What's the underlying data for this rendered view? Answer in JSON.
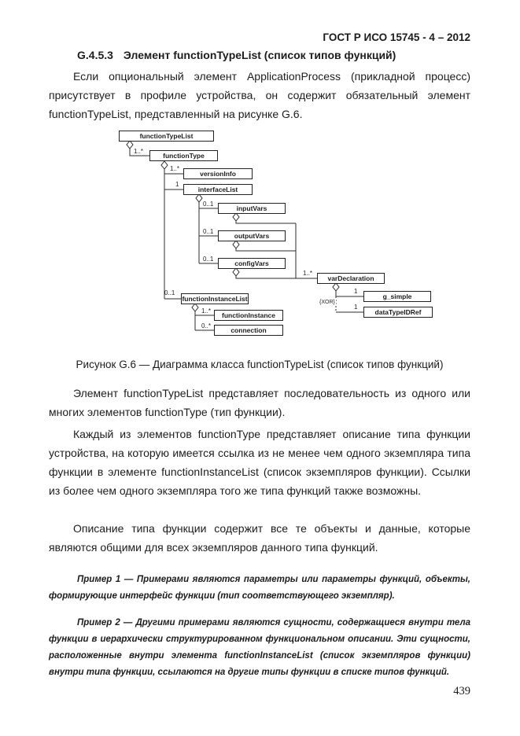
{
  "header": {
    "title": "ГОСТ Р ИСО 15745 - 4 – 2012"
  },
  "section": {
    "number": "G.4.5.3",
    "title": "Элемент functionTypeList (список типов функций)"
  },
  "paragraphs": {
    "p1": "Если опциональный элемент ApplicationProcess (прикладной процесс) присутствует в профиле устройства, он содержит обязательный элемент functionTypeList, представленный на рисунке G.6.",
    "p2": "Элемент functionTypeList представляет последовательность из одного или многих элементов functionType (тип функции).",
    "p3": "Каждый из элементов functionType представляет описание типа функции устройства, на которую имеется ссылка из не менее чем одного экземпляра типа функции в элементе functionInstanceList (список экземпляров функции). Ссылки из более чем одного экземпляра того же типа функций также возможны.",
    "p4": "Описание типа функции содержит все те объекты и данные, которые являются общими для всех экземпляров данного типа функций."
  },
  "figure": {
    "caption": "Рисунок G.6 — Диаграмма класса functionTypeList (список типов функций)"
  },
  "examples": {
    "e1_label": "Пример 1",
    "e1_text": "— Примерами являются параметры или параметры функций, объекты, формирующие интерфейс функции (тип соответствующего экземпляр).",
    "e2_label": "Пример 2",
    "e2_text": "— Другими примерами являются сущности, содержащиеся внутри тела функции в иерархически структурированном функциональном описании. Эти сущности, расположенные внутри элемента functionInstanceList (список экземпляров функции) внутри типа функции, ссылаются на другие типы функции в списке типов функций."
  },
  "diagram": {
    "nodes": [
      {
        "label": "functionTypeList"
      },
      {
        "label": "functionType"
      },
      {
        "label": "versionInfo"
      },
      {
        "label": "interfaceList"
      },
      {
        "label": "inputVars"
      },
      {
        "label": "outputVars"
      },
      {
        "label": "configVars"
      },
      {
        "label": "varDeclaration"
      },
      {
        "label": "functionInstanceList"
      },
      {
        "label": "functionInstance"
      },
      {
        "label": "connection"
      },
      {
        "label": "g_simple"
      },
      {
        "label": "dataTypeIDRef"
      }
    ],
    "mults": [
      {
        "text": "1..*"
      },
      {
        "text": "1..*"
      },
      {
        "text": "1"
      },
      {
        "text": "0..1"
      },
      {
        "text": "0..1"
      },
      {
        "text": "0..1"
      },
      {
        "text": "1..*"
      },
      {
        "text": "0..1"
      },
      {
        "text": "1..*"
      },
      {
        "text": "0..*"
      },
      {
        "text": "1"
      },
      {
        "text": "1"
      }
    ],
    "xor": "{XOR}"
  },
  "page_number": "439"
}
